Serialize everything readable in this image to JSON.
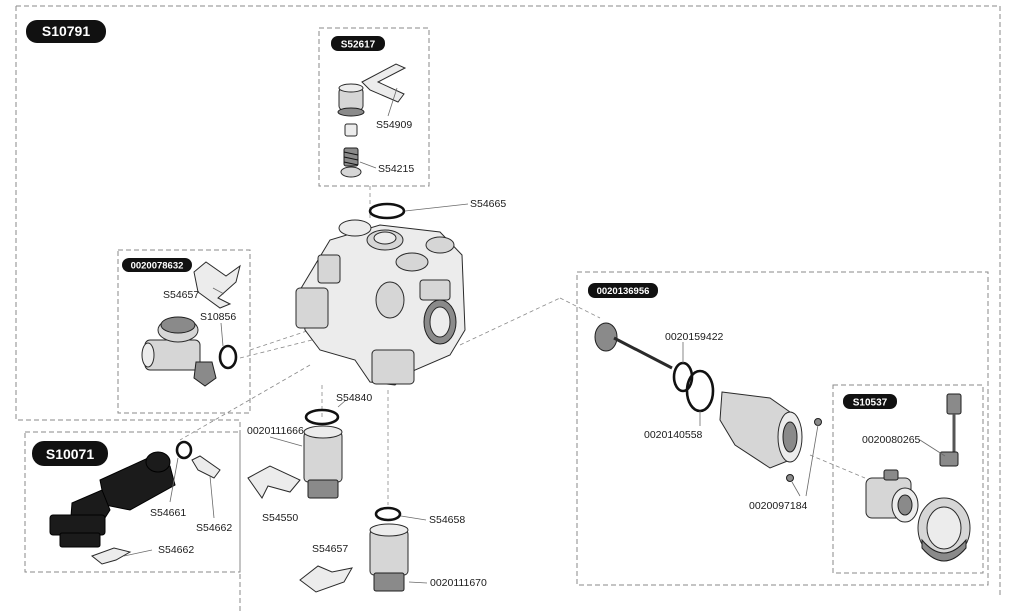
{
  "groups": {
    "main": "S10791",
    "g52617": "S52617",
    "g78632": "0020078632",
    "g136956": "0020136956",
    "g10537": "S10537",
    "g10071": "S10071"
  },
  "labels": {
    "p54909": "S54909",
    "p54215": "S54215",
    "p54665": "S54665",
    "p54657a": "S54657",
    "p10856": "S10856",
    "p54840": "S54840",
    "p111666": "0020111666",
    "p54550": "S54550",
    "p54658": "S54658",
    "p54657b": "S54657",
    "p111670": "0020111670",
    "p54661": "S54661",
    "p54662a": "S54662",
    "p54662b": "S54662",
    "p159422": "0020159422",
    "p140558": "0020140558",
    "p97184": "0020097184",
    "p80265": "0020080265"
  }
}
